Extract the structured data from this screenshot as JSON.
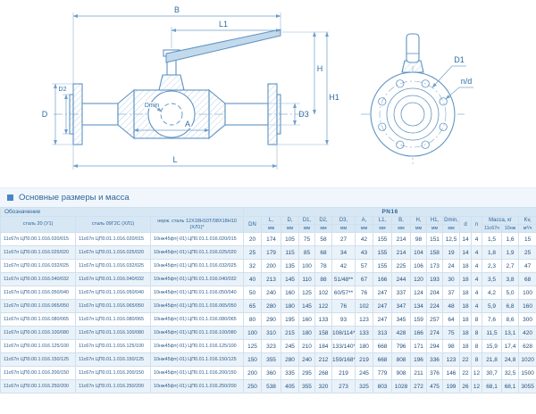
{
  "section_title": "Основные размеры и масса",
  "drawing": {
    "dim_b": "B",
    "dim_l1": "L1",
    "dim_h": "H",
    "dim_h1": "H1",
    "dim_d": "D",
    "dim_d2": "D2",
    "dim_dmin": "Dmin",
    "dim_a": "A",
    "dim_d3": "D3",
    "dim_l": "L",
    "dim_d1": "D1",
    "dim_nd": "n/d"
  },
  "table": {
    "designation_header": "Обозначение",
    "pn_header": "PN16",
    "steel_columns": [
      "сталь 20 (У1)",
      "сталь 09Г2С (ХЛ1)",
      "нерж. сталь 12Х18Н10Т/08Х18Н10 (ХЛ1)*"
    ],
    "dn_header": "DN",
    "dim_headers": [
      "L,",
      "D,",
      "D1,",
      "D2,",
      "D3,",
      "A,",
      "L1,",
      "B,",
      "H,",
      "H1,",
      "Dmin,"
    ],
    "unit_mm": "мм",
    "d_header": "d",
    "n_header": "n",
    "mass_header": "Масса, кг",
    "mass_sub": [
      "11с67п",
      "10нж"
    ],
    "kv_header": "Kv,",
    "kv_unit": "м³/ч",
    "rows": [
      [
        "11с67п ЦП0.00.1.016.020/015",
        "11с67п ЦП0.01.1.016.020/015",
        "10нж45фт(-01) ЦП0.01.1.016.020/015",
        "20",
        "174",
        "105",
        "75",
        "58",
        "27",
        "42",
        "155",
        "214",
        "98",
        "151",
        "12,5",
        "14",
        "4",
        "1,5",
        "1,6",
        "15"
      ],
      [
        "11с67п ЦП0.00.1.016.025/020",
        "11с67п ЦП0.01.1.016.025/020",
        "10нж45фт(-01) ЦП0.01.1.016.025/020",
        "25",
        "179",
        "115",
        "85",
        "68",
        "34",
        "43",
        "155",
        "214",
        "104",
        "158",
        "19",
        "14",
        "4",
        "1,8",
        "1,9",
        "25"
      ],
      [
        "11с67п ЦП0.00.1.016.032/025",
        "11с67п ЦП0.01.1.016.032/025",
        "10нж45фт(-01) ЦП0.01.1.016.032/025",
        "32",
        "200",
        "135",
        "100",
        "78",
        "42",
        "57",
        "155",
        "225",
        "106",
        "173",
        "24",
        "18",
        "4",
        "2,3",
        "2,7",
        "47"
      ],
      [
        "11с67п ЦП0.00.1.016.040/032",
        "11с67п ЦП0.01.1.016.040/032",
        "10нж45фт(-01) ЦП0.01.1.016.040/032",
        "40",
        "213",
        "145",
        "110",
        "88",
        "51/48**",
        "67",
        "166",
        "244",
        "120",
        "193",
        "30",
        "18",
        "4",
        "3,5",
        "3,8",
        "68"
      ],
      [
        "11с67п ЦП0.00.1.016.050/040",
        "11с67п ЦП0.01.1.016.050/040",
        "10нж45фт(-01) ЦП0.01.1.016.050/040",
        "50",
        "240",
        "160",
        "125",
        "102",
        "60/57**",
        "76",
        "247",
        "337",
        "124",
        "204",
        "37",
        "18",
        "4",
        "4,2",
        "5,0",
        "100"
      ],
      [
        "11с67п ЦП0.00.1.016.065/050",
        "11с67п ЦП0.01.1.016.065/050",
        "10нж45фт(-01) ЦП0.01.1.016.065/050",
        "65",
        "280",
        "180",
        "145",
        "122",
        "76",
        "102",
        "247",
        "347",
        "134",
        "224",
        "48",
        "18",
        "4",
        "5,9",
        "6,8",
        "160"
      ],
      [
        "11с67п ЦП0.00.1.016.080/065",
        "11с67п ЦП0.01.1.016.080/065",
        "10нж45фт(-01) ЦП0.01.1.016.080/065",
        "80",
        "290",
        "195",
        "160",
        "133",
        "93",
        "123",
        "247",
        "345",
        "159",
        "257",
        "64",
        "18",
        "8",
        "7,6",
        "8,6",
        "300"
      ],
      [
        "11с67п ЦП0.00.1.016.100/080",
        "11с67п ЦП0.01.1.016.100/080",
        "10нж45фт(-01) ЦП0.01.1.016.100/080",
        "100",
        "310",
        "215",
        "180",
        "158",
        "108/114**",
        "133",
        "313",
        "428",
        "166",
        "274",
        "75",
        "18",
        "8",
        "11,5",
        "13,1",
        "420"
      ],
      [
        "11с67п ЦП0.00.1.016.125/100",
        "11с67п ЦП0.01.1.016.125/100",
        "10нж45фт(-01) ЦП0.01.1.016.125/100",
        "125",
        "323",
        "245",
        "210",
        "184",
        "133/140**",
        "180",
        "668",
        "796",
        "171",
        "294",
        "98",
        "18",
        "8",
        "15,9",
        "17,4",
        "628"
      ],
      [
        "11с67п ЦП0.00.1.016.150/125",
        "11с67п ЦП0.01.1.016.150/125",
        "10нж45фт(-01) ЦП0.01.1.016.150/125",
        "150",
        "355",
        "280",
        "240",
        "212",
        "159/168**",
        "219",
        "668",
        "808",
        "196",
        "336",
        "123",
        "22",
        "8",
        "21,8",
        "24,8",
        "1020"
      ],
      [
        "11с67п ЦП0.00.1.016.200/150",
        "11с67п ЦП0.01.1.016.200/150",
        "10нж45фт(-01) ЦП0.01.1.016.200/150",
        "200",
        "360",
        "335",
        "295",
        "268",
        "219",
        "245",
        "779",
        "908",
        "211",
        "376",
        "146",
        "22",
        "12",
        "30,7",
        "32,5",
        "1500"
      ],
      [
        "11с67п ЦП0.00.1.016.250/200",
        "11с67п ЦП0.01.1.016.250/200",
        "10нж45фт(-01) ЦП0.01.1.016.250/200",
        "250",
        "538",
        "405",
        "355",
        "320",
        "273",
        "325",
        "803",
        "1028",
        "272",
        "475",
        "199",
        "26",
        "12",
        "68,1",
        "68,1",
        "3055"
      ]
    ]
  },
  "colors": {
    "accent": "#4a86c0",
    "header_bg": "#d7e7f4",
    "row_alt_bg": "#eaf2f9",
    "border": "#cfe0ef",
    "text": "#1f4f80",
    "drawing_stroke": "#5e92c2"
  }
}
